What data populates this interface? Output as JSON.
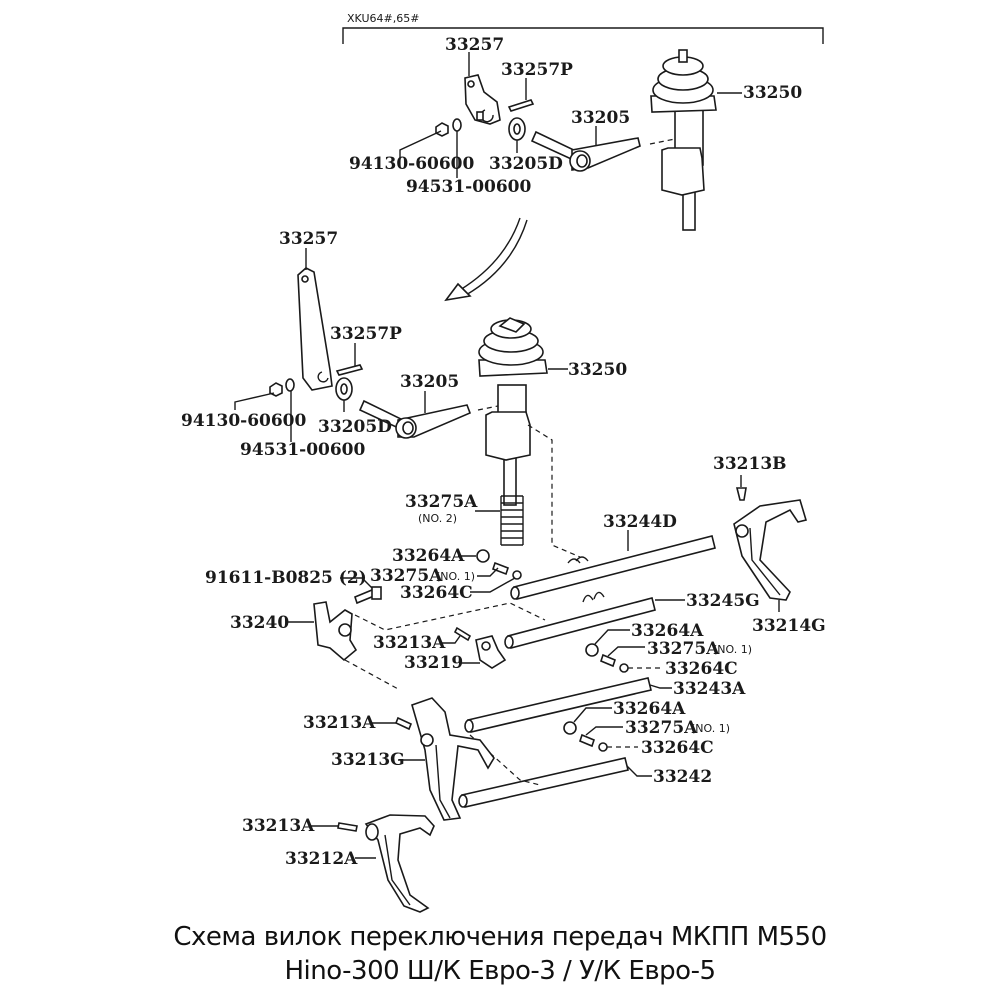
{
  "diagram": {
    "model_bracket_label": "XKU64#,65#",
    "upper_group": {
      "labels": {
        "lever": "33257",
        "pin": "33257P",
        "housing": "33250",
        "shaft_lever": "33205",
        "washer": "33205D",
        "nut": "94130-60600",
        "lock_washer": "94531-00600"
      }
    },
    "middle_group": {
      "labels": {
        "lever": "33257",
        "pin": "33257P",
        "housing": "33250",
        "shaft_lever": "33205",
        "washer": "33205D",
        "nut": "94130-60600",
        "lock_washer": "94531-00600"
      }
    },
    "lower_group": {
      "labels": {
        "spring_no2": "33275A",
        "spring_no2_note": "(NO. 2)",
        "plug_1": "33264A",
        "spring_no1_1": "33275A",
        "spring_no1_note_1": "(NO. 1)",
        "ball_1": "33264C",
        "bolt": "91611-B0825 (2)",
        "interlock": "33240",
        "pin_1": "33213A",
        "head": "33219",
        "shaft_d": "33244D",
        "bolt_b": "33213B",
        "fork_g": "33214G",
        "shaft_g": "33245G",
        "plug_2": "33264A",
        "spring_no1_2": "33275A",
        "spring_no1_note_2": "(NO. 1)",
        "ball_2": "33264C",
        "shaft_a": "33243A",
        "plug_3": "33264A",
        "spring_no1_3": "33275A",
        "spring_no1_note_3": "(NO. 1)",
        "ball_3": "33264C",
        "shaft": "33242",
        "pin_2": "33213A",
        "fork_13g": "33213G",
        "pin_3": "33213A",
        "fork_12a": "33212A"
      }
    }
  },
  "caption": {
    "line1": "Схема вилок переключения передач МКПП М550",
    "line2": "Hino-300 Ш/К Евро-3 / У/К Евро-5"
  }
}
